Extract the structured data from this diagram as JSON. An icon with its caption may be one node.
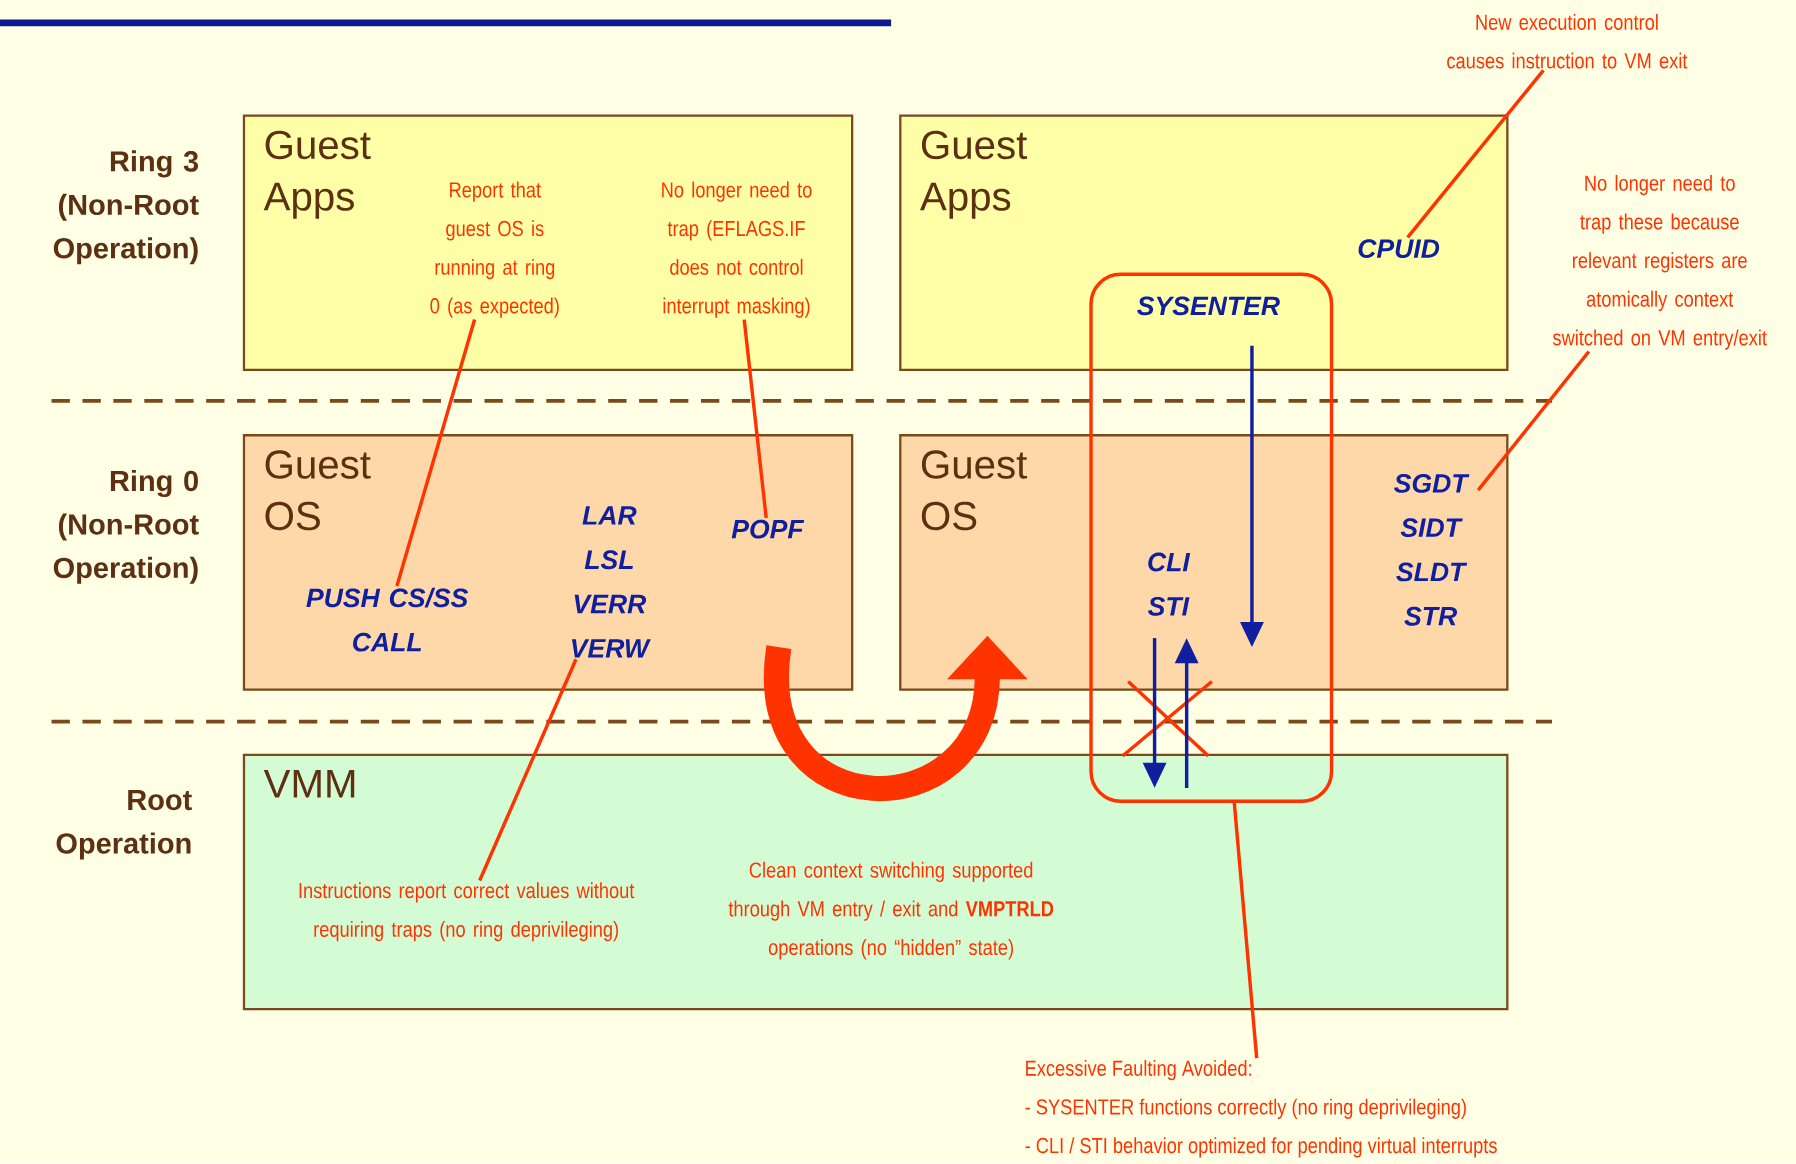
{
  "diagram": {
    "nodes": [
      {
        "text": [
          "Guest Apps"
        ]
      },
      {
        "text": [
          "Report that guest OS is running at ring 0 (as expected)"
        ],
        "in": 0
      },
      {
        "text": [
          "No longer need to trap (EFLAGS.IF does not control interrupt masking)"
        ],
        "in": 0
      },
      {
        "text": [
          "Guest OS"
        ]
      },
      {
        "text": [
          "PUSH CS/SS CALL"
        ],
        "in": 3
      },
      {
        "text": [
          "LAR LSL VERR VERW"
        ],
        "in": 3
      },
      {
        "text": [
          "POPF"
        ],
        "in": 3
      },
      {
        "text": [
          "VMM"
        ]
      },
      {
        "text": [
          "Instructions report correct values without requiring traps (no ring deprivileging)"
        ],
        "in": 7
      },
      {
        "text": [
          "Guest Apps"
        ]
      },
      {
        "text": [
          "CPUID"
        ],
        "in": 9
      },
      {
        "text": [
          "Guest OS"
        ]
      },
      {
        "text": [
          "SGDT SIDT SLDT STR"
        ],
        "in": 11
      },
      {
        "text": [],
        "shape": "box"
      },
      {
        "text": [
          "SYSENTER"
        ]
      },
      {
        "text": [
          "CLI STI"
        ]
      },
      {
        "text": [
          "New execution control causes instruction to VM exit"
        ]
      },
      {
        "text": [
          "No longer need to trap these because relevant registers are atomically context switched on VM entry/exit"
        ]
      },
      {
        "text": [
          "Excessive Faulting Avoided:",
          "- SYSENTER functions correctly (no ring deprivileging)",
          "- CLI / STI behavior optimized for pending virtual interrupts"
        ]
      }
    ],
    "edges": [
      {
        "from": 1,
        "to": 4,
        "arrow": "none"
      },
      {
        "from": 2,
        "to": 6,
        "arrow": "none"
      },
      {
        "from": 16,
        "to": 10,
        "arrow": "none"
      },
      {
        "from": 17,
        "to": 12,
        "arrow": "none"
      },
      {
        "from": 8,
        "to": 5,
        "arrow": "none"
      },
      {
        "from": 18,
        "to": 13,
        "arrow": "none"
      },
      {
        "from": 3,
        "to": 11,
        "arrow": "to",
        "style": "thick"
      },
      {
        "from": 14,
        "to": 13,
        "arrow": "to",
        "color": "#0f1f9e"
      },
      {
        "from": 15,
        "to": 13,
        "arrow": "to",
        "color": "#0f1f9e"
      },
      {
        "from": 13,
        "to": 15,
        "arrow": "to",
        "color": "#0f1f9e"
      }
    ],
    "labels": [
      "Ring 3 (Non-Root Operation)",
      "Ring 0 (Non-Root Operation)",
      "Root Operation",
      "Clean context switching supported through VM entry / exit and **VMPTRLD** operations (no “hidden” state)"
    ]
  }
}
